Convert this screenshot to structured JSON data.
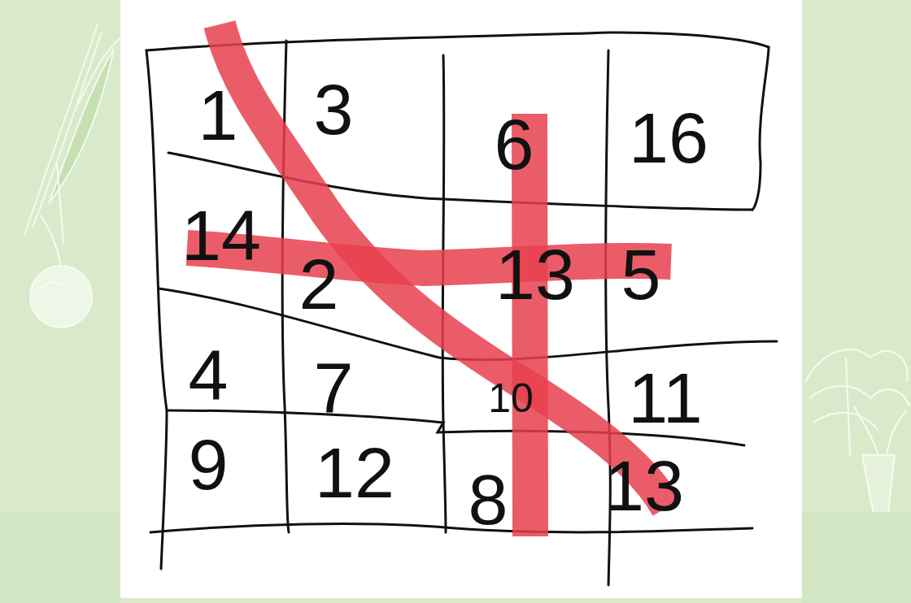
{
  "diagram": {
    "labels": [
      "1",
      "3",
      "6",
      "16",
      "14",
      "2",
      "13",
      "5",
      "4",
      "7",
      "10",
      "11",
      "9",
      "12",
      "8",
      "13"
    ]
  }
}
